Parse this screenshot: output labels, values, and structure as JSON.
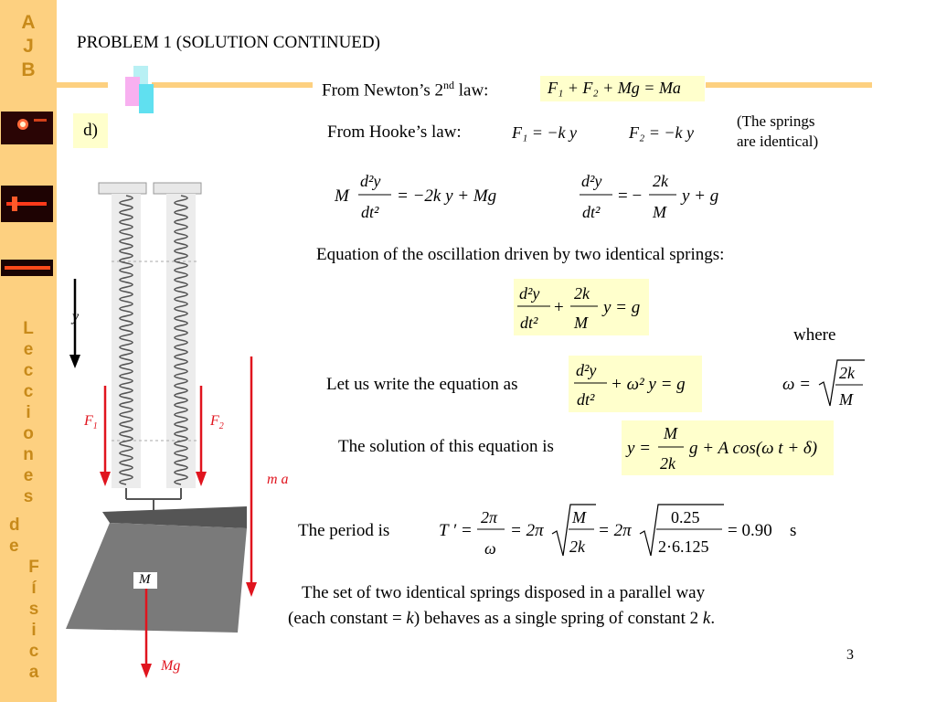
{
  "sidebar": {
    "top_letters": [
      "A",
      "J",
      "B"
    ],
    "vertical_text_1": [
      "L",
      "e",
      "c",
      "c",
      "i",
      "o",
      "n",
      "e",
      "s"
    ],
    "vertical_text_2": [
      "d",
      "e"
    ],
    "vertical_text_3": [
      "F",
      "í",
      "s",
      "i",
      "c",
      "a"
    ]
  },
  "title": "PROBLEM 1 (SOLUTION CONTINUED)",
  "part_label": "d)",
  "newton": {
    "text": "From Newton’s 2",
    "sup": "nd",
    "after": " law:",
    "equation": "F₁ + F₂ + Mg = Ma"
  },
  "hooke": {
    "text": "From Hooke’s law:",
    "eq1": "F₁ = −k y",
    "eq2": "F₂ = −k y",
    "note_line1": "(The springs",
    "note_line2": "are identical)"
  },
  "oscillation_heading": "Equation of the oscillation driven by two identical springs:",
  "where": "where",
  "let_us": "Let us write the equation as",
  "solution_text": "The solution of this equation is",
  "period_text": "The period is",
  "period_unit": "s",
  "conclusion_line1": "The set of two identical springs disposed in a parallel way",
  "conclusion_line2_a": "(each constant = ",
  "conclusion_line2_k": "k",
  "conclusion_line2_b": ") behaves as a single spring of constant 2 ",
  "conclusion_line2_k2": "k",
  "conclusion_line2_end": ".",
  "page_number": "3",
  "figure": {
    "label_y": "y",
    "label_F1": "F",
    "label_F1_sub": "1",
    "label_F2": "F",
    "label_F2_sub": "2",
    "label_ma": "m a",
    "label_M": "M",
    "label_Mg": "Mg"
  },
  "math": {
    "eq_M_d2y": "M",
    "eq_d2y": "d²y",
    "eq_dt2": "dt²",
    "eq_rhs1": "= −2k  y + Mg",
    "eq_eq_minus": "= −",
    "eq_2k": "2k",
    "eq_M": "M",
    "eq_y_plus_g": "y + g",
    "eq_plus": "+",
    "eq_y_eq_g": "y = g",
    "eq_omega2": "+ ω²  y = g",
    "omega_eq": "ω =",
    "sol_lhs": "y =",
    "sol_rhs": "g + A cos(ω t + δ)",
    "T_lhs": "T ′ =",
    "two_pi": "2π",
    "omega": "ω",
    "eq_2pi": "= 2π",
    "val_num": "0.25",
    "val_den": "2·6.125",
    "result": "= 0.90"
  },
  "colors": {
    "sidebar": "#fdd080",
    "sidebar_text": "#c88a1a",
    "eq_box": "#ffffcc",
    "force_arrow": "#e0141e",
    "block": "#777777"
  }
}
